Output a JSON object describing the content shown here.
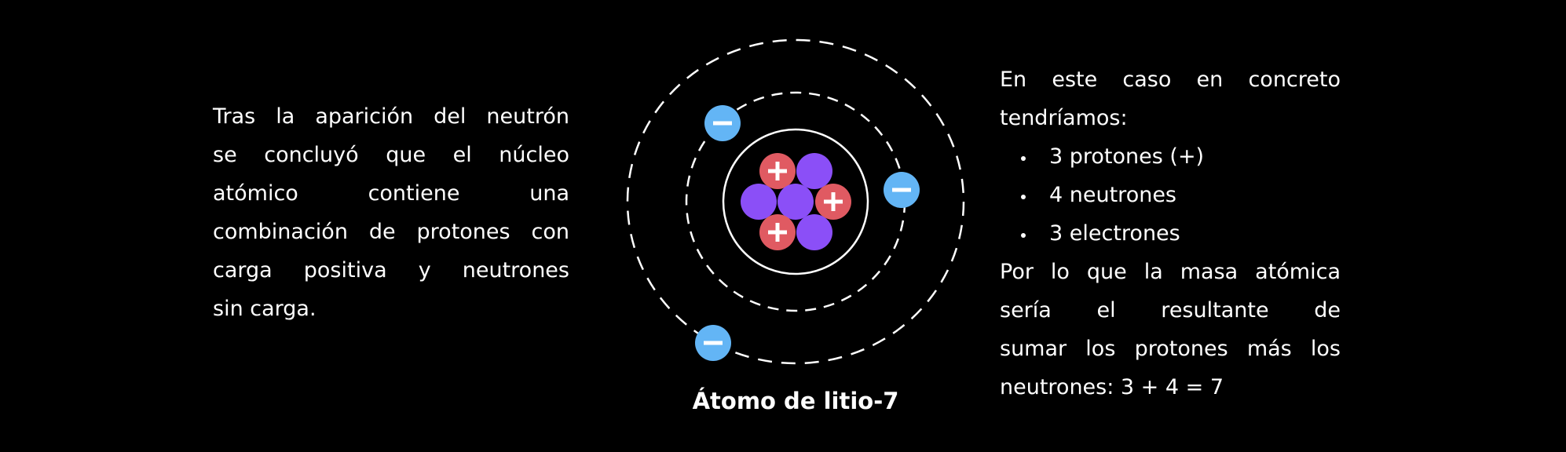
{
  "left_text": [
    "Tras la aparición del neutrón",
    "se concluyó que el núcleo",
    "atómico contiene una",
    "combinación de protones con",
    "carga positiva y neutrones",
    "sin carga."
  ],
  "right_text": {
    "intro": [
      "En este caso en concreto",
      "tendríamos:"
    ],
    "bullets": [
      "3 protones (+)",
      "4 neutrones",
      "3 electrones"
    ],
    "conclusion": [
      "Por lo que la masa atómica",
      "sería el resultante de",
      "sumar los protones más los",
      "neutrones: 3 + 4 = 7"
    ]
  },
  "diagram": {
    "caption": "Átomo de litio-7",
    "protons": 3,
    "neutrons": 4,
    "electrons": 3,
    "proton_symbol": "+",
    "electron_symbol": "−",
    "colors": {
      "proton": "#e05a62",
      "neutron": "#8b4ff7",
      "electron": "#63b5f5",
      "background": "#000000"
    }
  }
}
